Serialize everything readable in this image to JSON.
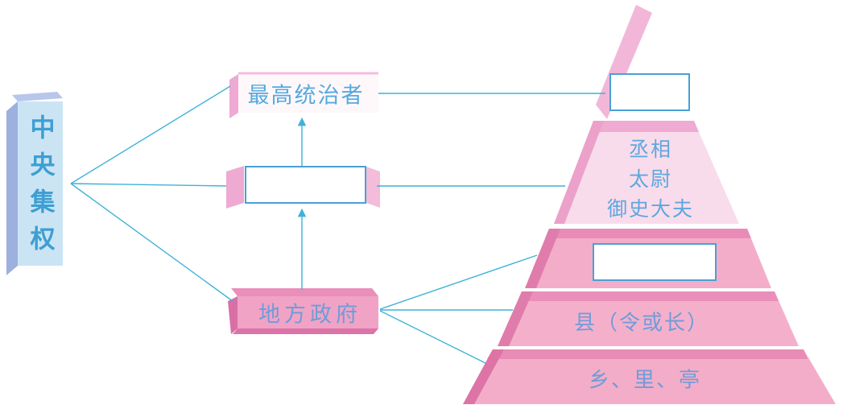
{
  "pillar": {
    "label": "中央集权"
  },
  "flow": {
    "supreme_ruler_label": "最高统治者",
    "middle_blank_value": "",
    "local_government_label": "地方政府"
  },
  "pyramid": {
    "apex_blank_value": "",
    "central_officials_lines": [
      "丞相",
      "太尉",
      "御史大夫"
    ],
    "commandery_blank_value": "",
    "county_label": "县（令或长）",
    "township_label": "乡、里、亭"
  },
  "colors": {
    "connector_blue": "#3fb2d8",
    "box_border_blue": "#4aa0d6",
    "pillar_face_blue": "#cbe4f4",
    "pillar_edge_blue": "#9db0de",
    "pillar_text_blue": "#3d9fd3",
    "label_text_blue": "#5da7e0",
    "lower_text_blue": "#6f9cd9",
    "pyramid_light_pink": "#f9dceb",
    "pyramid_pink": "#f3adc9",
    "pyramid_dark_pink": "#e07cac",
    "bar_pink": "#f1a3c5"
  }
}
